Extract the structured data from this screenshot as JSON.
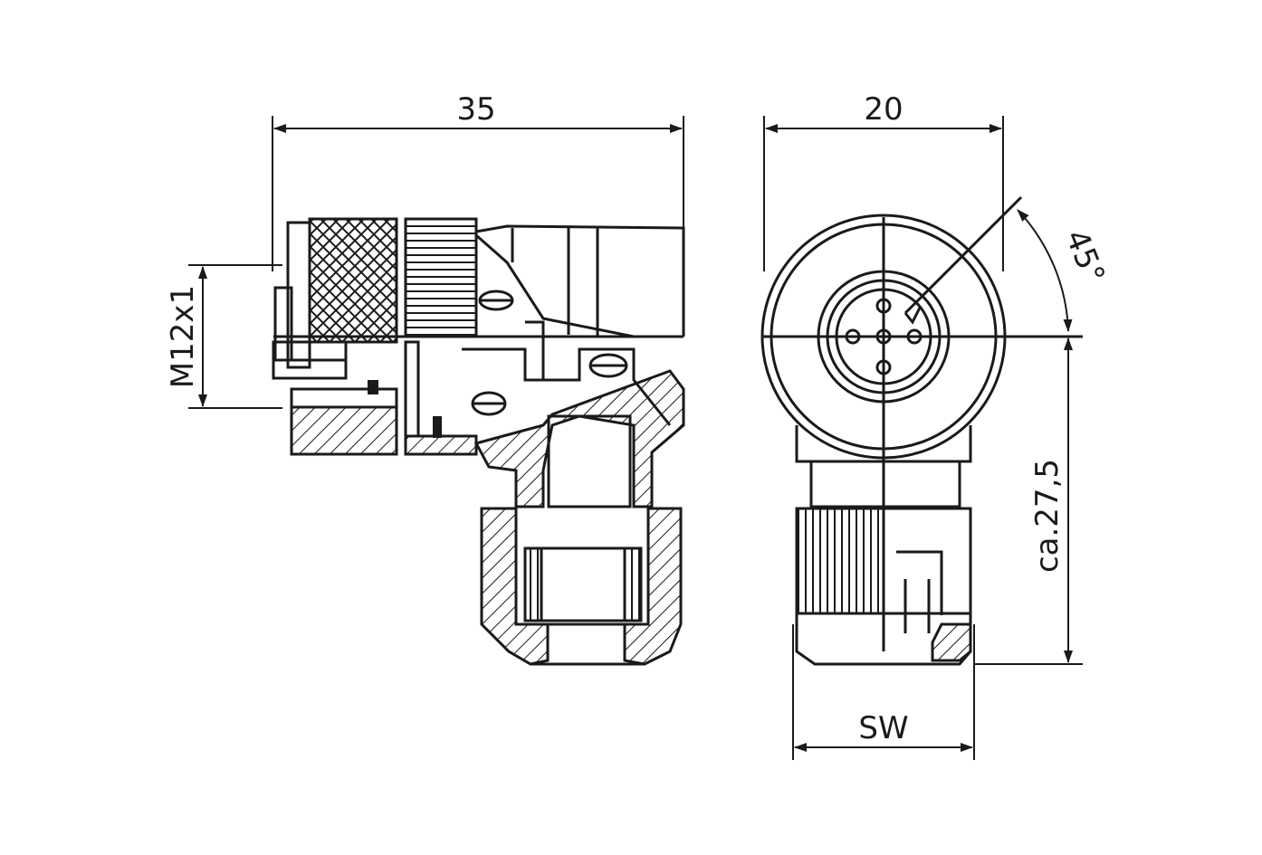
{
  "dimensions": {
    "length": "35",
    "width": "20",
    "thread": "M12x1",
    "height": "ca.27,5",
    "angle": "45°",
    "wrench": "SW"
  }
}
